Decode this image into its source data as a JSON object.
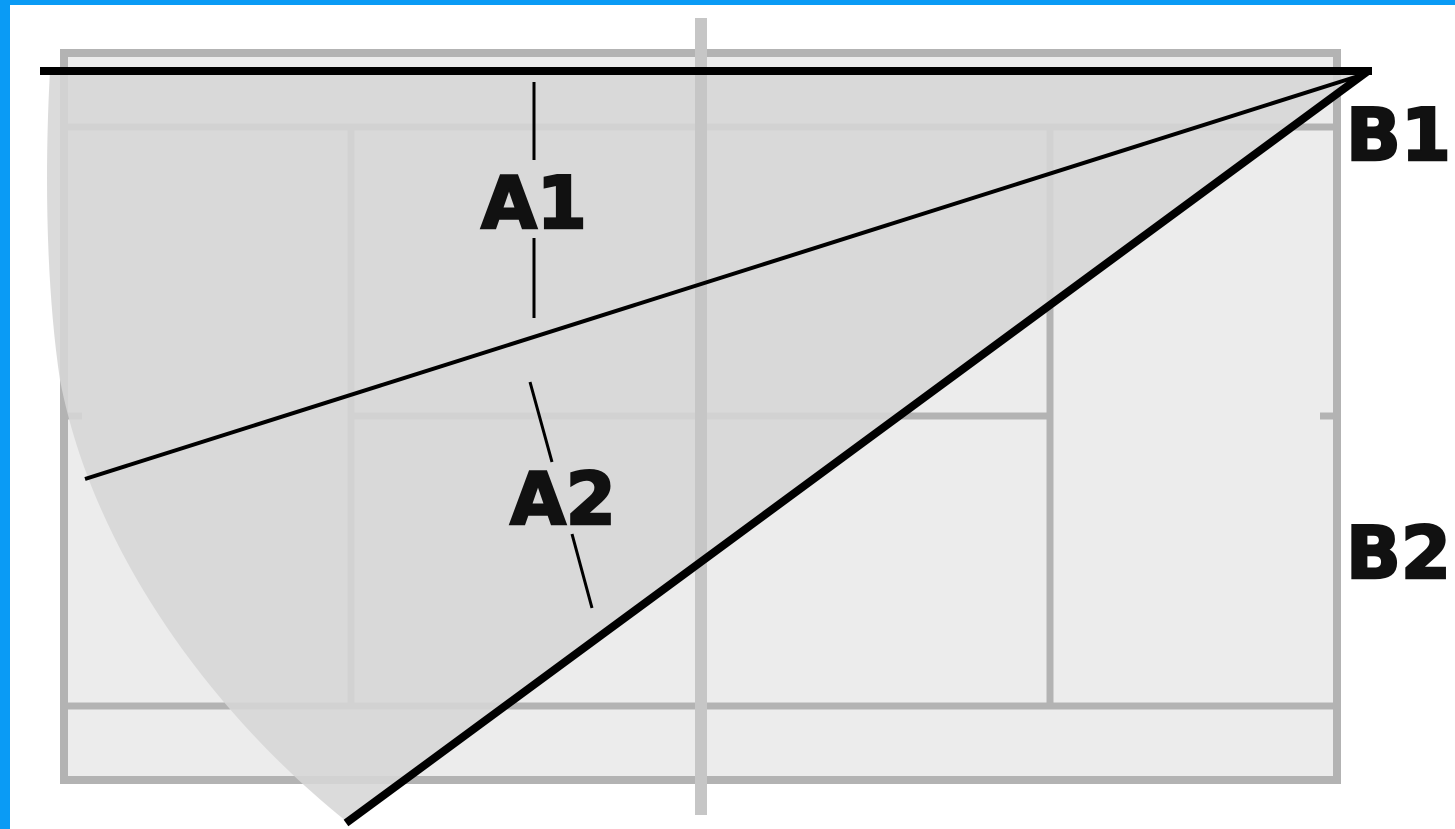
{
  "labels": {
    "a1": "A1",
    "a2": "A2",
    "b1": "B1",
    "b2": "B2"
  },
  "colors": {
    "border": "#0a9bf5",
    "background": "#ffffff",
    "court_fill": "#ececec",
    "court_lines": "#b3b3b3",
    "net": "#c6c6c6",
    "shaded_region": "#d6d6d6",
    "lines": "#000000",
    "label_text": "#111111"
  }
}
